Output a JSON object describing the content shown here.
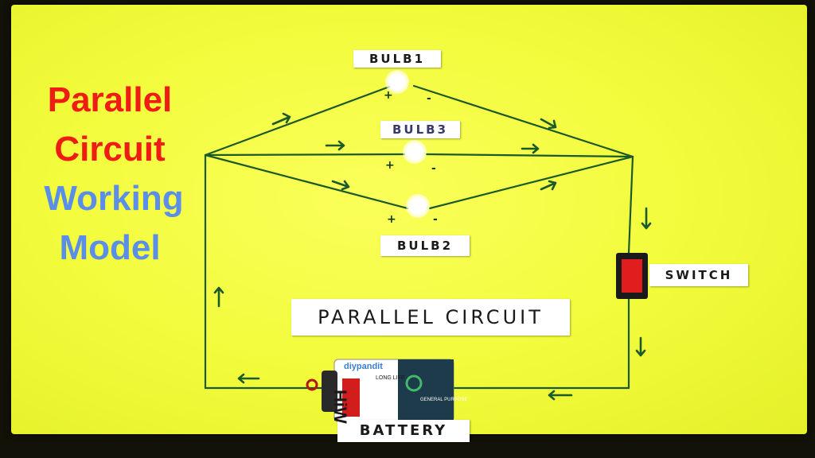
{
  "title_lines": {
    "line1": "Parallel",
    "line2": "Circuit",
    "line3": "Working",
    "line4": "Model"
  },
  "colors": {
    "title_red": "#ee1c12",
    "title_blue": "#5b8ee8",
    "board_yellow": "#f4fb3e",
    "wire_green": "#1b5a2a",
    "switch_red": "#e21d1d"
  },
  "labels": {
    "bulb1": "BULB1",
    "bulb3": "BULB3",
    "bulb2": "BULB2",
    "switch": "SWITCH",
    "circuit": "PARALLEL CIRCUIT",
    "battery": "BATTERY"
  },
  "polarity": {
    "plus": "+",
    "minus": "-"
  },
  "battery_print": {
    "watermark": "diypandit",
    "brand": "HiW",
    "tagline": "LONG LIFE",
    "type": "GENERAL PURPOSE"
  }
}
